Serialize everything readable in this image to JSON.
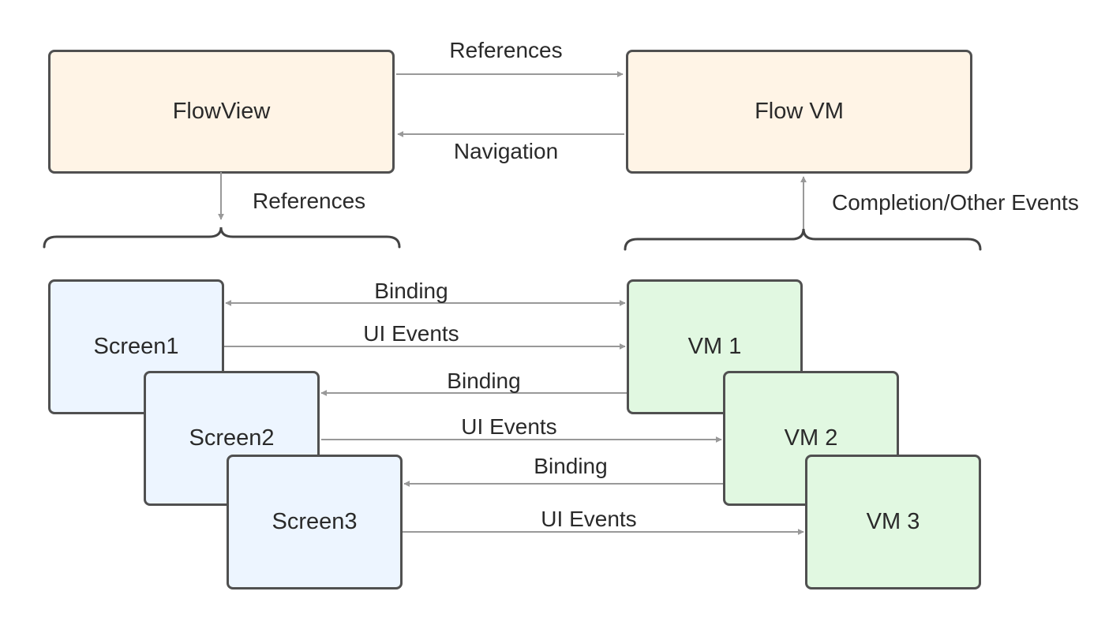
{
  "nodes": {
    "flow_view": "FlowView",
    "flow_vm": "Flow VM",
    "screen1": "Screen1",
    "screen2": "Screen2",
    "screen3": "Screen3",
    "vm1": "VM 1",
    "vm2": "VM 2",
    "vm3": "VM 3"
  },
  "edges": {
    "references_top": "References",
    "navigation": "Navigation",
    "references_down": "References",
    "completion_events": "Completion/Other Events",
    "binding_1": "Binding",
    "ui_events_1": "UI Events",
    "binding_2": "Binding",
    "ui_events_2": "UI Events",
    "binding_3": "Binding",
    "ui_events_3": "UI Events"
  },
  "colors": {
    "flow_fill": "#fff4e6",
    "screen_fill": "#edf5ff",
    "vm_fill": "#e1f8e1",
    "border": "#505050",
    "arrow": "#999999"
  }
}
